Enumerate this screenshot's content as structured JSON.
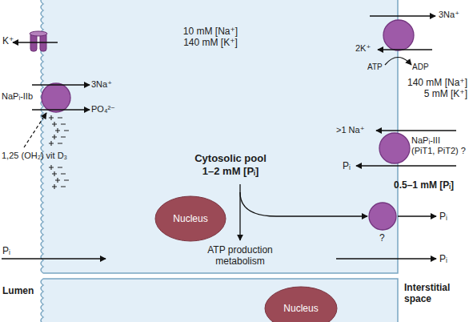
{
  "diagram": {
    "nodes": [
      {
        "text": [
          "10 mM [Na⁺] 140 mM [K⁺]",
          "Cytosolic pool 1–2 mM [Pᵢ]",
          "ATP production metabolism"
        ]
      },
      {
        "text": [
          "Nucleus"
        ],
        "in": 0
      },
      {
        "text": [
          "Nucleus"
        ]
      }
    ],
    "labels": [
      "K⁺",
      "NaPᵢ-IIb",
      "3Na⁺",
      "PO₄²⁻",
      "1,25 (OH₂) vit D₃",
      "Pᵢ",
      "Lumen",
      "3Na⁺",
      "2K⁺",
      "ATP",
      "ADP",
      "140 mM [Na⁺] 5 mM [K⁺]",
      ">1 Na⁺",
      "NaPᵢ-III (PiT1, PiT2) ?",
      "Pᵢ",
      "0.5–1 mM [Pᵢ]",
      "Pᵢ",
      "?",
      "Pᵢ",
      "Interstitial space"
    ]
  }
}
